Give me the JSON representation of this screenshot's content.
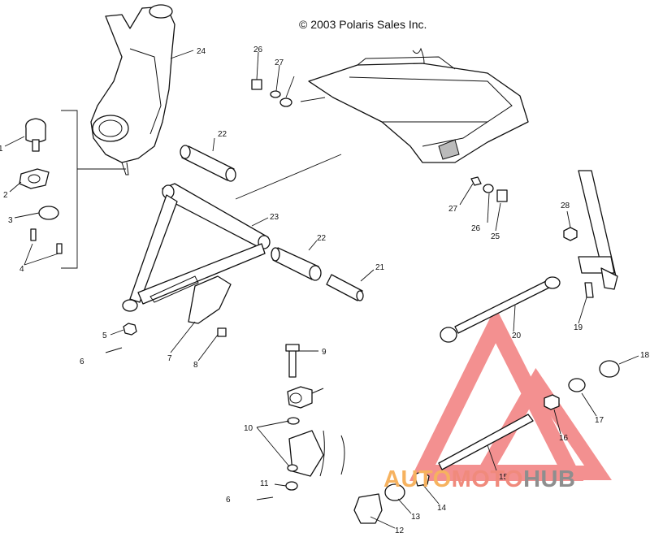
{
  "copyright": "© 2003 Polaris Sales Inc.",
  "callouts": [
    "1",
    "2",
    "3",
    "4",
    "5",
    "6",
    "7",
    "8",
    "9",
    "10",
    "11",
    "6",
    "12",
    "13",
    "14",
    "15",
    "16",
    "17",
    "18",
    "19",
    "20",
    "21",
    "22",
    "22",
    "23",
    "24",
    "25",
    "26",
    "26",
    "27",
    "27",
    "28"
  ],
  "watermark": {
    "part1": "AUTO",
    "part2": "MOTO",
    "part3": "HUB",
    "colors": {
      "triangle": "#ef6b6b",
      "auto": "#f6b25f",
      "moto": "#f08a7c",
      "hub": "#8e8e8e"
    }
  }
}
